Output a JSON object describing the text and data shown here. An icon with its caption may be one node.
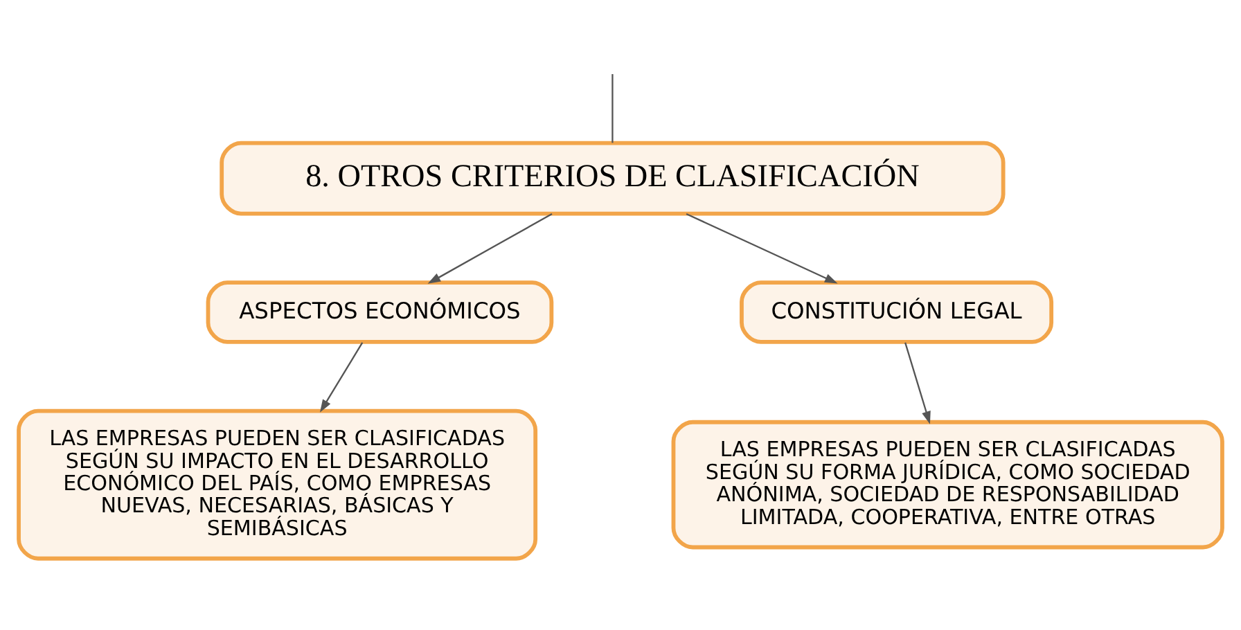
{
  "diagram": {
    "nodes": [
      {
        "text": [
          "8. OTROS CRITERIOS DE CLASIFICACIÓN"
        ]
      },
      {
        "text": [
          "ASPECTOS ECONÓMICOS"
        ]
      },
      {
        "text": [
          "CONSTITUCIÓN LEGAL"
        ]
      },
      {
        "text": [
          "LAS EMPRESAS PUEDEN SER CLASIFICADAS SEGÚN SU IMPACTO EN EL DESARROLLO ECONÓMICO DEL PAÍS, COMO EMPRESAS NUEVAS, NECESARIAS, BÁSICAS Y SEMIBÁSICAS"
        ]
      },
      {
        "text": [
          "LAS EMPRESAS PUEDEN SER CLASIFICADAS SEGÚN SU FORMA JURÍDICA, COMO SOCIEDAD ANÓNIMA, SOCIEDAD DE RESPONSABILIDAD LIMITADA, COOPERATIVA, ENTRE OTRAS"
        ]
      }
    ],
    "edges": [
      {
        "from": null,
        "to": 0,
        "arrow": "none"
      },
      {
        "from": 0,
        "to": 1,
        "arrow": "to"
      },
      {
        "from": 0,
        "to": 2,
        "arrow": "to"
      },
      {
        "from": 1,
        "to": 3,
        "arrow": "to"
      },
      {
        "from": 2,
        "to": 4,
        "arrow": "to"
      }
    ]
  }
}
